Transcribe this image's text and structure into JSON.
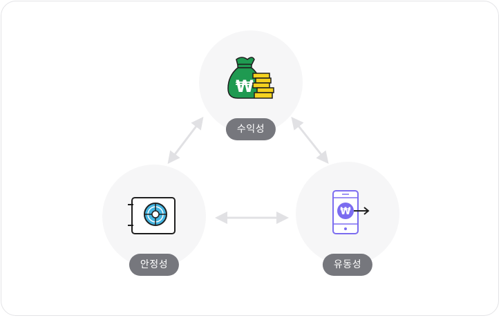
{
  "nodes": {
    "profitability": {
      "label": "수익성",
      "icon": "money-bag-won-coins-icon"
    },
    "stability": {
      "label": "안정성",
      "icon": "safe-vault-icon"
    },
    "liquidity": {
      "label": "유동성",
      "icon": "phone-won-transfer-icon"
    }
  },
  "won_symbol": "₩",
  "colors": {
    "circle": "#f6f6f7",
    "label_bg": "#76777d",
    "arrow": "#e1e1e4",
    "bag_green": "#1f9a51",
    "coin_yellow": "#f4d21f",
    "safe_blue": "#44b4e0",
    "phone_purple": "#7b6cf0"
  }
}
